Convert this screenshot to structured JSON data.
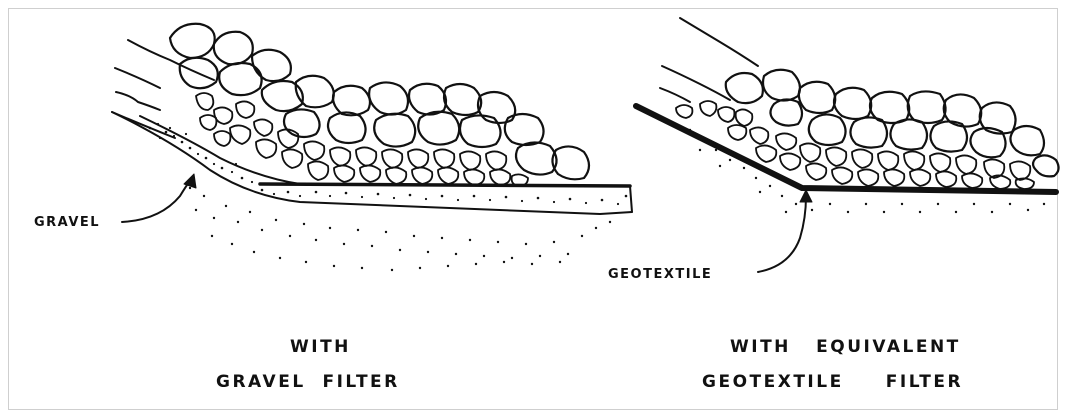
{
  "left_panel": {
    "callout": "GRAVEL",
    "caption_line1": "WITH",
    "caption_line2": "GRAVEL  FILTER"
  },
  "right_panel": {
    "callout": "GEOTEXTILE",
    "caption_line1": "WITH   EQUIVALENT",
    "caption_line2": "GEOTEXTILE     FILTER"
  },
  "colors": {
    "ink": "#111111",
    "background": "#ffffff",
    "frame": "#cfcfcf"
  }
}
